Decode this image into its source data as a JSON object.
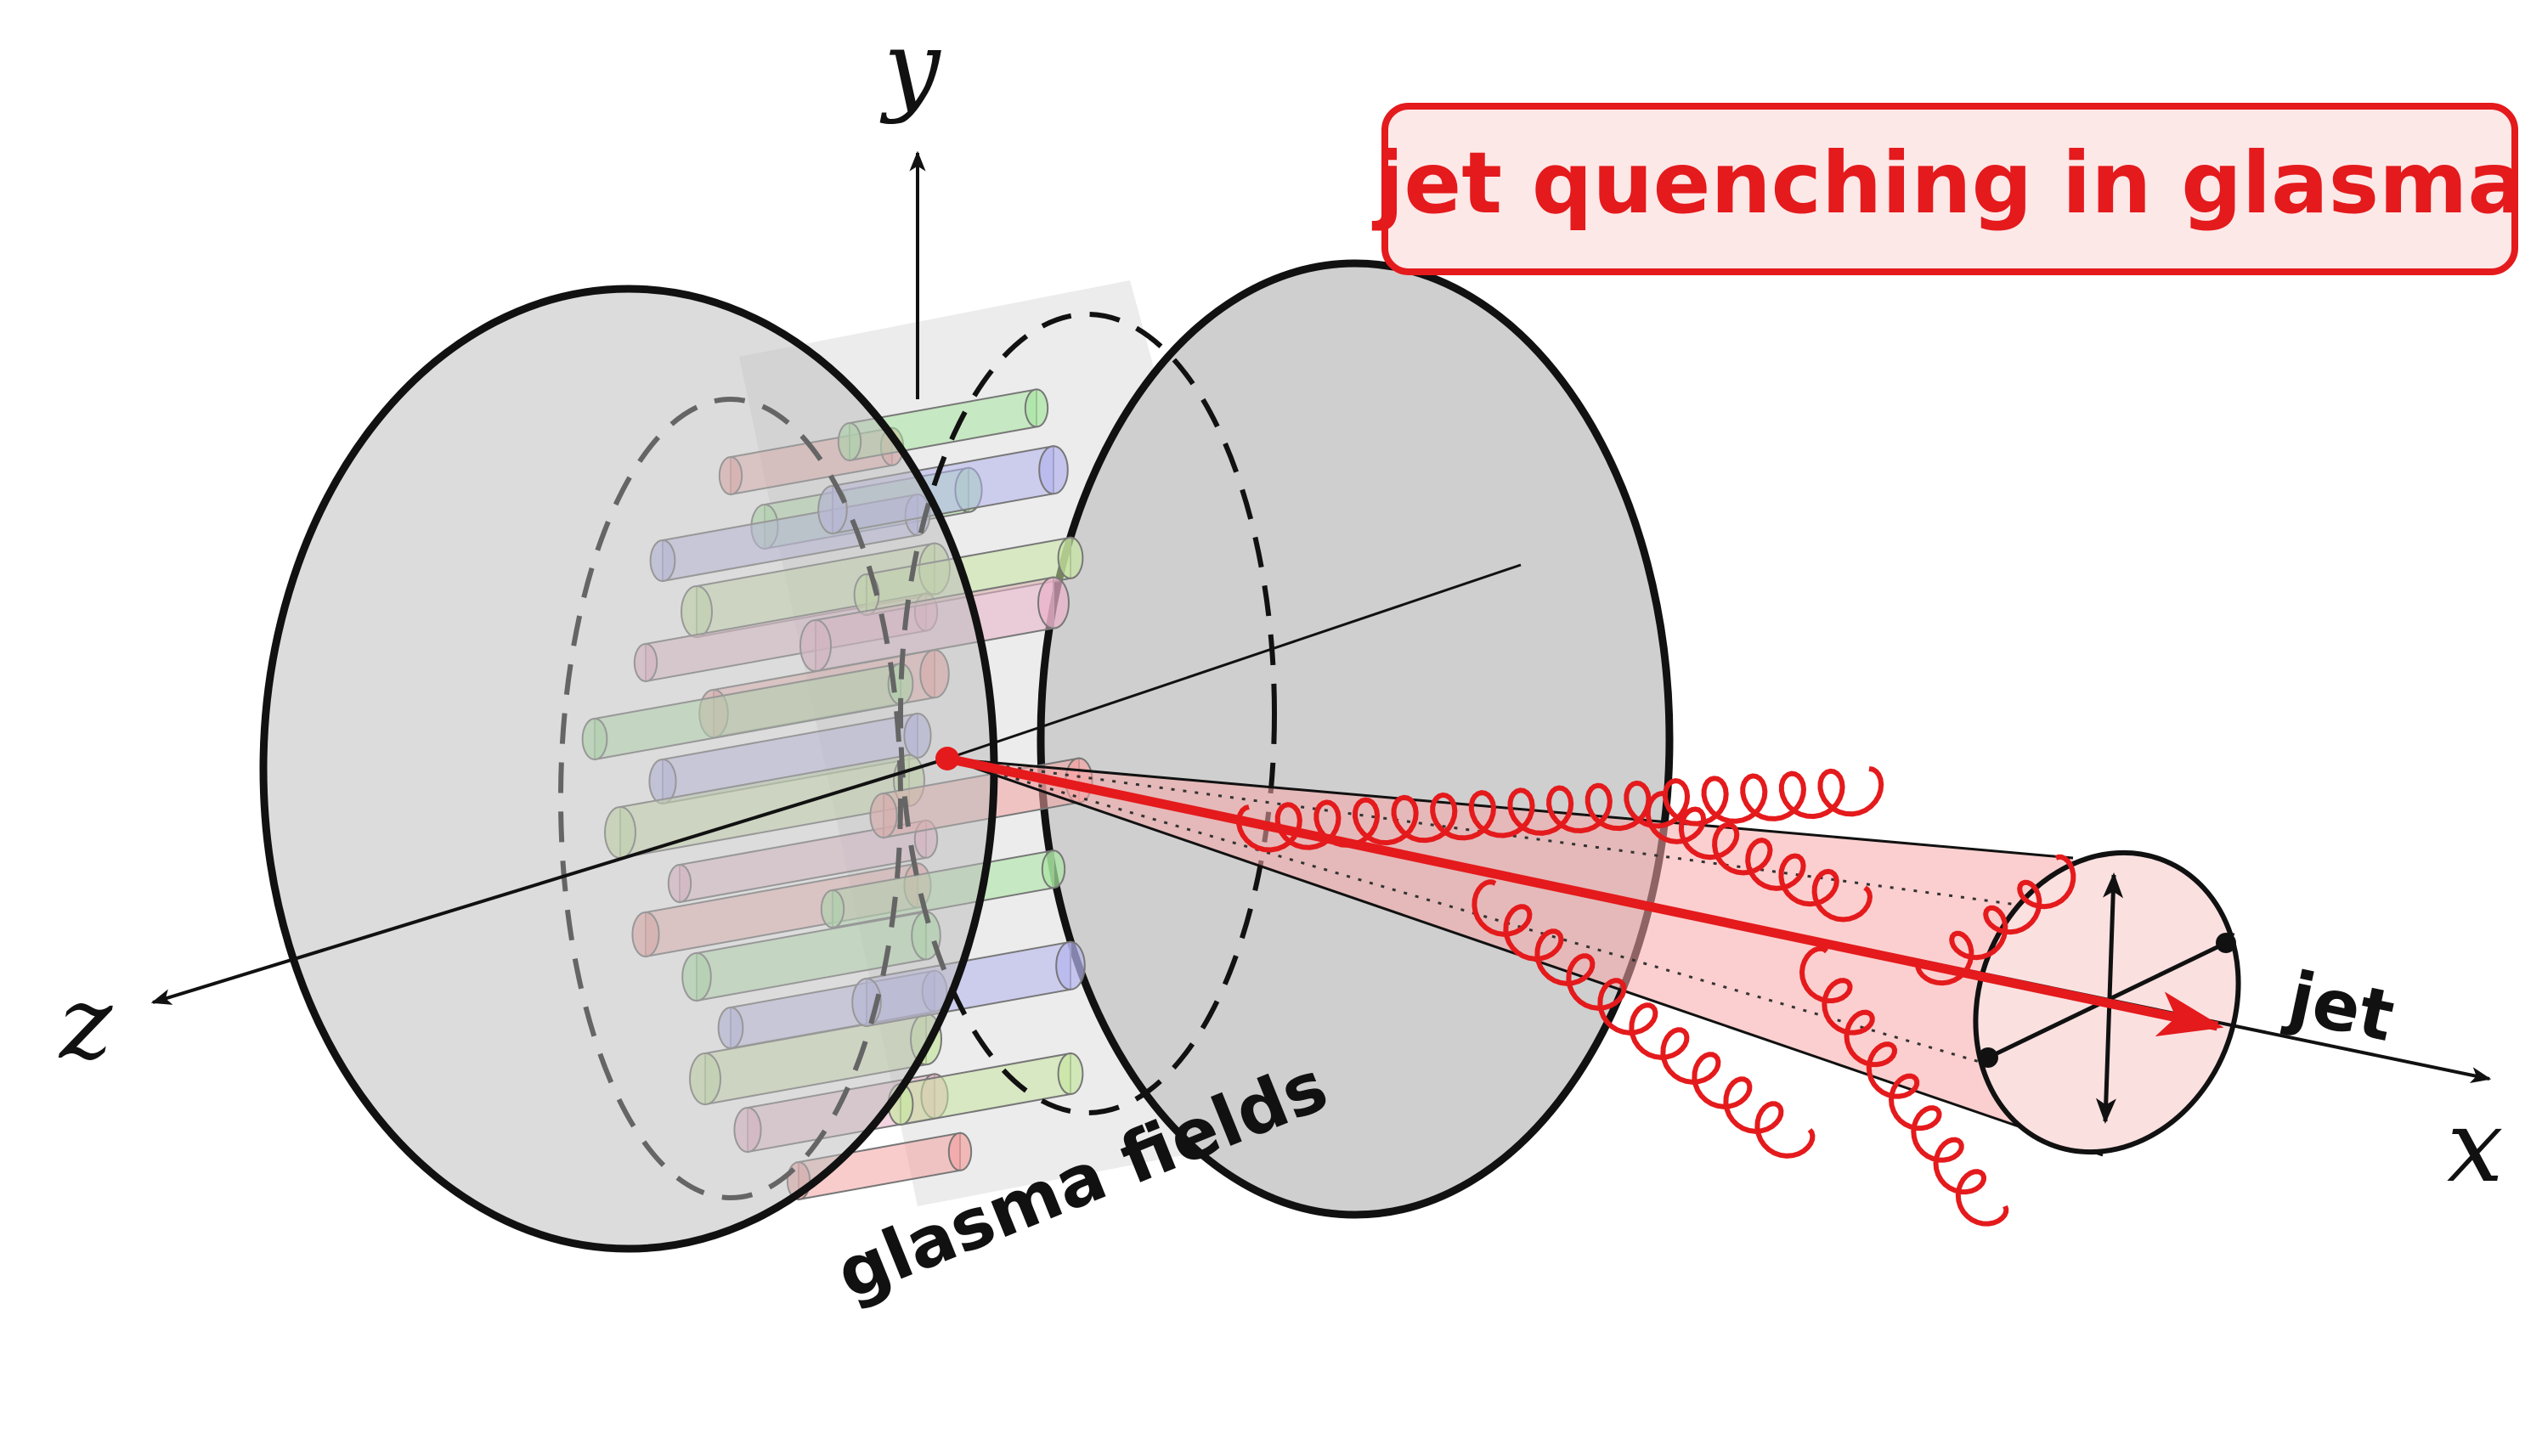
{
  "title": "jet quenching in glasma",
  "axes": {
    "x": "x",
    "y": "y",
    "z": "z"
  },
  "labels": {
    "jet": "jet",
    "glasma_fields": "glasma fields"
  },
  "colors": {
    "accent": "#e41a1c",
    "disk_fill": "#cccccc",
    "cone_fill": "#f7a8a8",
    "tube_colors": [
      "#f4a3a3",
      "#a8e6a1",
      "#b3b3ee",
      "#c8e6a1",
      "#e9b0c9"
    ]
  }
}
